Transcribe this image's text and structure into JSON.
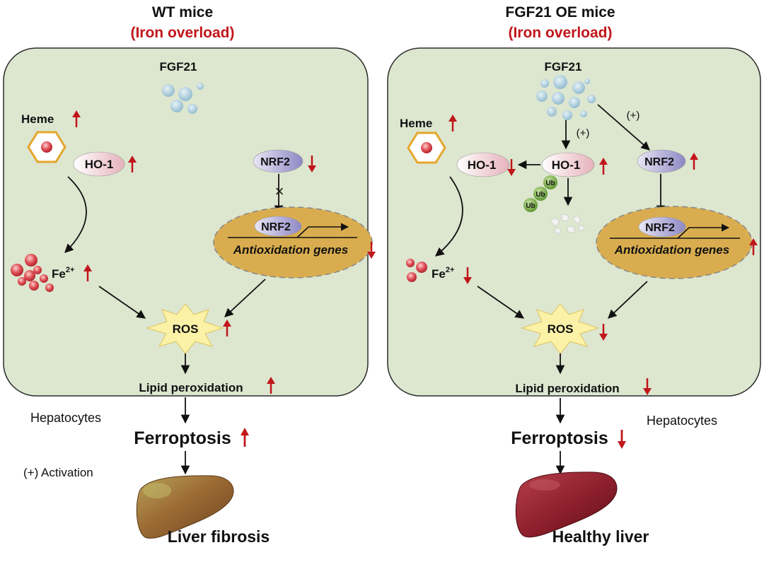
{
  "left": {
    "title": "WT mice",
    "subtitle": "(Iron overload)",
    "fgf21": "FGF21",
    "heme": "Heme",
    "ho1": "HO-1",
    "nrf2": "NRF2",
    "nrf2_nucleus": "NRF2",
    "genes": "Antioxidation genes",
    "x_mark": "×",
    "fe_base": "Fe",
    "fe_sup": "2+",
    "ros": "ROS",
    "lipid": "Lipid peroxidation",
    "hepatocytes": "Hepatocytes",
    "ferroptosis": "Ferroptosis",
    "legend": "(+) Activation",
    "liver": "Liver fibrosis"
  },
  "right": {
    "title": "FGF21 OE mice",
    "subtitle": "(Iron overload)",
    "fgf21": "FGF21",
    "heme": "Heme",
    "ho1_left": "HO-1",
    "ho1_center": "HO-1",
    "nrf2": "NRF2",
    "nrf2_nucleus": "NRF2",
    "genes": "Antioxidation genes",
    "plus_a": "(+)",
    "plus_b": "(+)",
    "ub": "Ub",
    "fe_base": "Fe",
    "fe_sup": "2+",
    "ros": "ROS",
    "lipid": "Lipid peroxidation",
    "hepatocytes": "Hepatocytes",
    "ferroptosis": "Ferroptosis",
    "liver": "Healthy liver"
  },
  "colors": {
    "cell_fill": "#dde6cf",
    "nucleus_fill": "#d9ad4f",
    "arrow_up_down": "#c0161b",
    "title_red": "#c0161b",
    "fgf21_dots": "#a9c9d8",
    "iron_dots": "#d9434a",
    "ub_green": "#7cb342",
    "nrf2_pill": "#b7b3d9",
    "ho1_pill": "#f4d9de",
    "fibrotic_liver": "#9b6a32",
    "healthy_liver": "#8d1f2b"
  }
}
